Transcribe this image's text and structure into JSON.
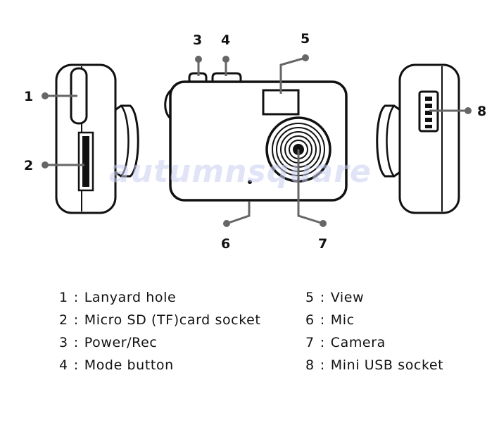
{
  "watermark": "autumnsquare",
  "callouts": [
    "1",
    "2",
    "3",
    "4",
    "5",
    "6",
    "7",
    "8"
  ],
  "legend": [
    {
      "num": "1",
      "sep": ":",
      "label": "Lanyard hole"
    },
    {
      "num": "2",
      "sep": ":",
      "label": "Micro SD (TF)card socket"
    },
    {
      "num": "3",
      "sep": ":",
      "label": "Power/Rec"
    },
    {
      "num": "4",
      "sep": ":",
      "label": "Mode button"
    },
    {
      "num": "5",
      "sep": ":",
      "label": "View"
    },
    {
      "num": "6",
      "sep": ":",
      "label": "Mic"
    },
    {
      "num": "7",
      "sep": ":",
      "label": "Camera"
    },
    {
      "num": "8",
      "sep": ":",
      "label": "Mini USB socket"
    }
  ]
}
